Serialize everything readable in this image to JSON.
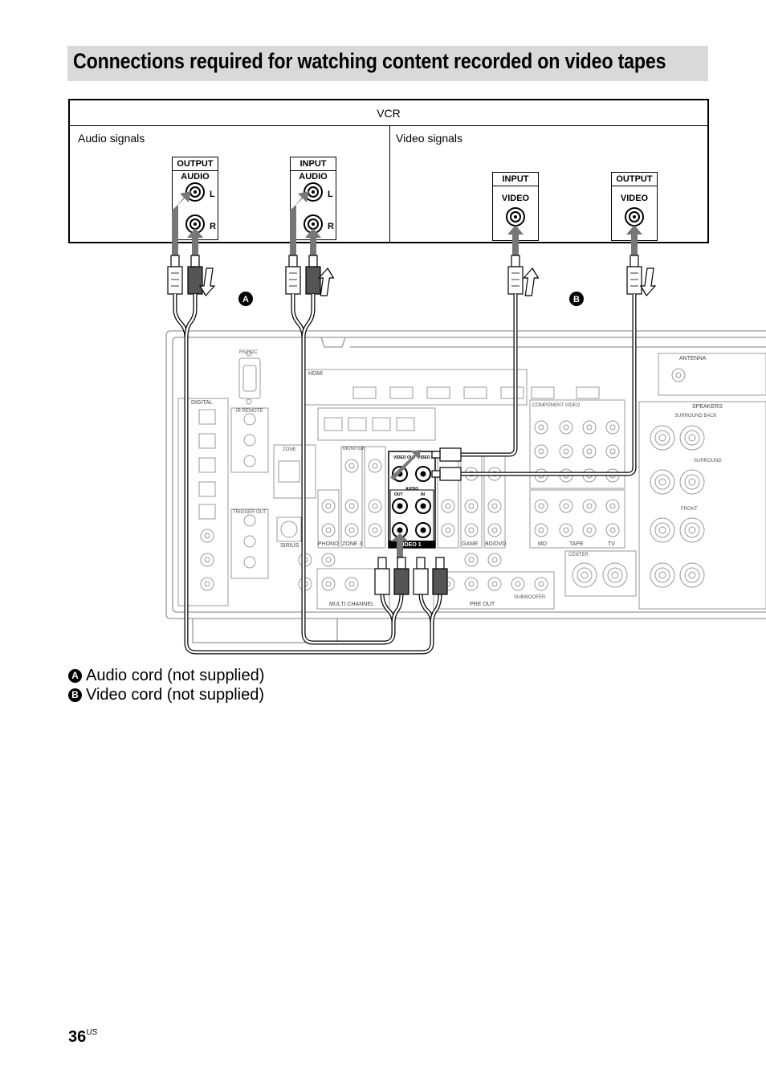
{
  "title": "Connections required for watching content recorded on video tapes",
  "vcr": {
    "label": "VCR",
    "audio_signals": "Audio signals",
    "video_signals": "Video signals",
    "audio_out": {
      "head": "OUTPUT",
      "sub": "AUDIO",
      "l": "L",
      "r": "R"
    },
    "audio_in": {
      "head": "INPUT",
      "sub": "AUDIO",
      "l": "L",
      "r": "R"
    },
    "video_in": {
      "head": "INPUT",
      "sub": "VIDEO"
    },
    "video_out": {
      "head": "OUTPUT",
      "sub": "VIDEO"
    }
  },
  "markers": {
    "a": "A",
    "b": "B"
  },
  "receiver": {
    "digital": "DIGITAL",
    "rs232c": "RS232C",
    "hdmi": "HDMI",
    "ir_remote": "IR REMOTE",
    "trigger_out": "TRIGGER OUT",
    "zone": "ZONE",
    "sirius": "SIRIUS",
    "monitor": "MONITOR",
    "video_out": "VIDEO OUT",
    "video_in": "VIDEO IN",
    "audio": "AUDIO",
    "out": "OUT",
    "in": "IN",
    "video1": "VIDEO 1",
    "phono": "PHONO",
    "zone3": "ZONE 3",
    "game": "GAME",
    "bddvd": "BD/DVD",
    "md": "MD",
    "tape": "TAPE",
    "tv": "TV",
    "multi_channel": "MULTI CHANNEL",
    "pre_out": "PRE OUT",
    "component_video": "COMPONENT VIDEO",
    "antenna": "ANTENNA",
    "center": "CENTER",
    "surround": "SURROUND",
    "front": "FRONT",
    "subwoofer": "SUBWOOFER",
    "speakers": "SPEAKERS",
    "surround_back": "SURROUND BACK"
  },
  "legend": [
    {
      "badge": "A",
      "text": "Audio cord (not supplied)"
    },
    {
      "badge": "B",
      "text": "Video cord (not supplied)"
    }
  ],
  "page": {
    "number": "36",
    "suffix": "US"
  }
}
